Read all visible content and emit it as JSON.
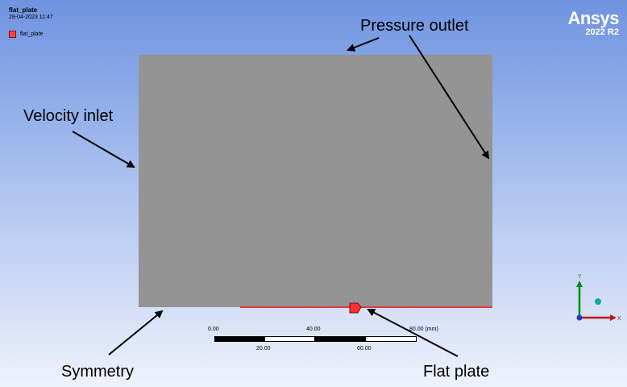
{
  "header": {
    "model_title": "flat_plate",
    "timestamp": "28-04-2023 11:47"
  },
  "legend": {
    "items": [
      {
        "label": "flat_plate",
        "color": "#ff4040"
      }
    ]
  },
  "brand": {
    "name": "Ansys",
    "version": "2022 R2"
  },
  "annotations": {
    "pressure_outlet": "Pressure outlet",
    "velocity_inlet": "Velocity inlet",
    "symmetry": "Symmetry",
    "flat_plate": "Flat plate"
  },
  "scale_bar": {
    "top_ticks": [
      "0.00",
      "40.00",
      "80.00 (mm)"
    ],
    "bottom_ticks": [
      "20.00",
      "60.00"
    ]
  },
  "triad": {
    "x_label": "X",
    "y_label": "Y"
  },
  "colors": {
    "domain_fill": "#949494",
    "plate_edge": "#e03a3a",
    "brand_text": "#ffffff",
    "axis_x": "#c0161b",
    "axis_y": "#0e8a16",
    "axis_z": "#1d3fbf"
  }
}
